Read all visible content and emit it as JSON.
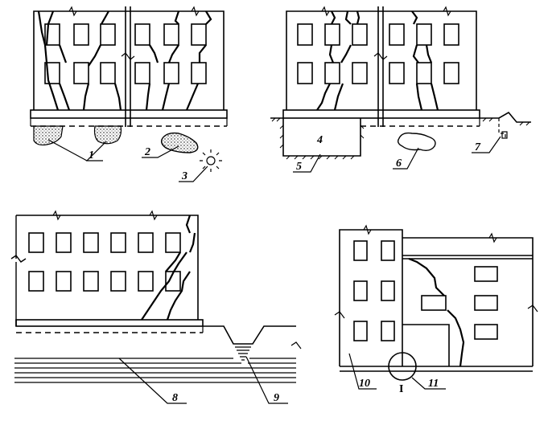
{
  "labels": {
    "l1": "1",
    "l2": "2",
    "l3": "3",
    "l4": "4",
    "l5": "5",
    "l6": "6",
    "l7": "7",
    "l8": "8",
    "l9": "9",
    "l10": "10",
    "l11": "11",
    "detail": "I"
  }
}
